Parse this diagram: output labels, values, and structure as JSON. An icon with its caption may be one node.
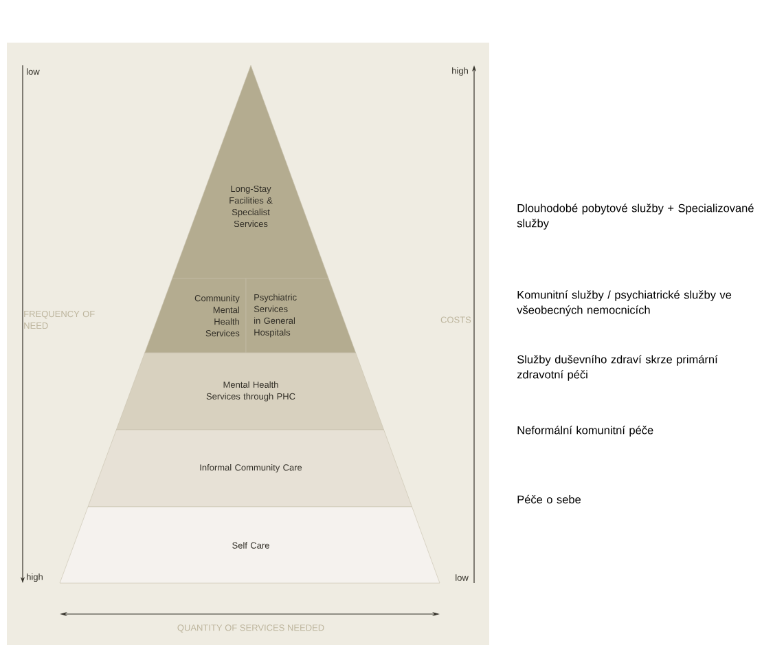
{
  "diagram": {
    "nodes": [
      {
        "text": [
          "Long-Stay Facilities & Specialist Services"
        ]
      },
      {
        "text": [
          "Community Mental Health Services"
        ]
      },
      {
        "text": [
          "Psychiatric Services in General Hospitals"
        ]
      },
      {
        "text": [
          "Mental Health Services through PHC"
        ]
      },
      {
        "text": [
          "Informal Community Care"
        ]
      },
      {
        "text": [
          "Self Care"
        ]
      }
    ],
    "labels": [
      "low",
      "high",
      "FREQUENCY OF NEED",
      "COSTS",
      "high",
      "low",
      "QUANTITY OF SERVICES NEEDED",
      "Dlouhodobé pobytové služby + Specializované služby",
      "Komunitní služby / psychiatrické služby ve všeobecných nemocnicích",
      "Služby duševního zdraví skrze primární zdravotní péči",
      "Neformální komunitní péče",
      "Péče o sebe"
    ]
  }
}
